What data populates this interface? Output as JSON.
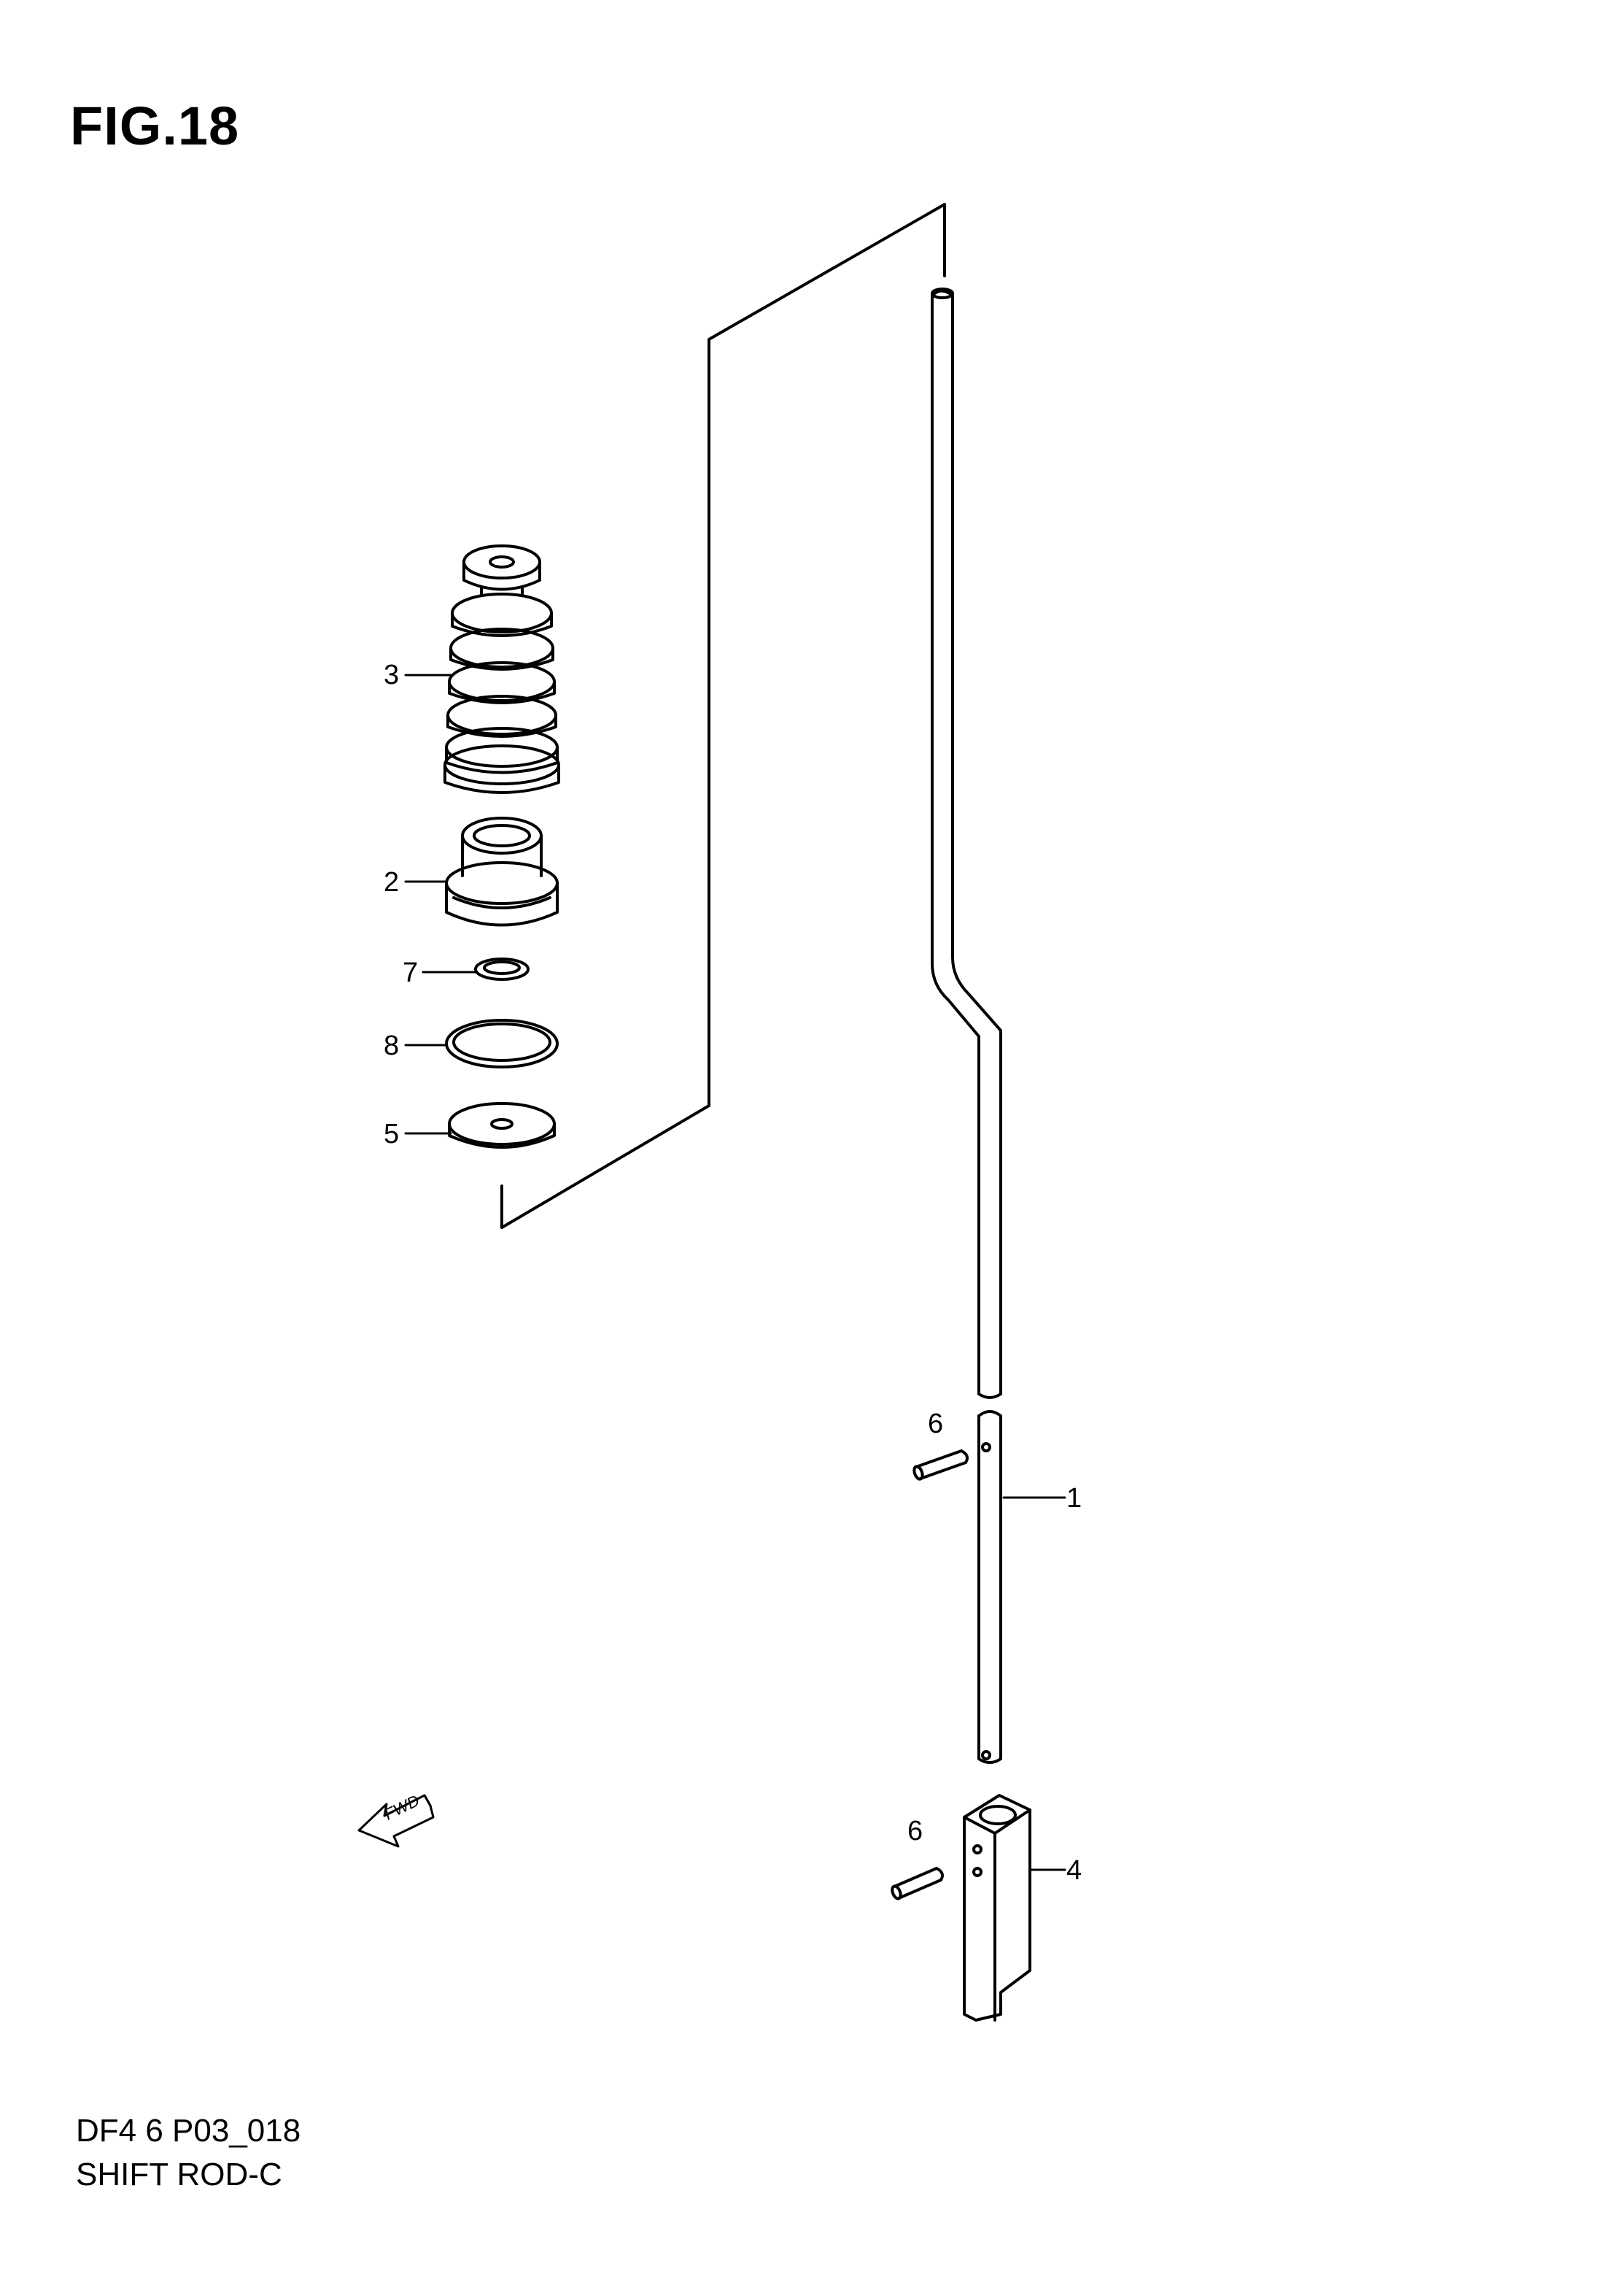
{
  "figure": {
    "title": "FIG.18",
    "drawing_code": "DF4 6 P03_018",
    "drawing_name": "SHIFT ROD-C"
  },
  "forward_indicator": {
    "label": "FWD"
  },
  "callouts": [
    {
      "id": "c3",
      "label": "3"
    },
    {
      "id": "c2",
      "label": "2"
    },
    {
      "id": "c7",
      "label": "7"
    },
    {
      "id": "c8",
      "label": "8"
    },
    {
      "id": "c5",
      "label": "5"
    },
    {
      "id": "c6a",
      "label": "6"
    },
    {
      "id": "c1",
      "label": "1"
    },
    {
      "id": "c6b",
      "label": "6"
    },
    {
      "id": "c4",
      "label": "4"
    }
  ]
}
